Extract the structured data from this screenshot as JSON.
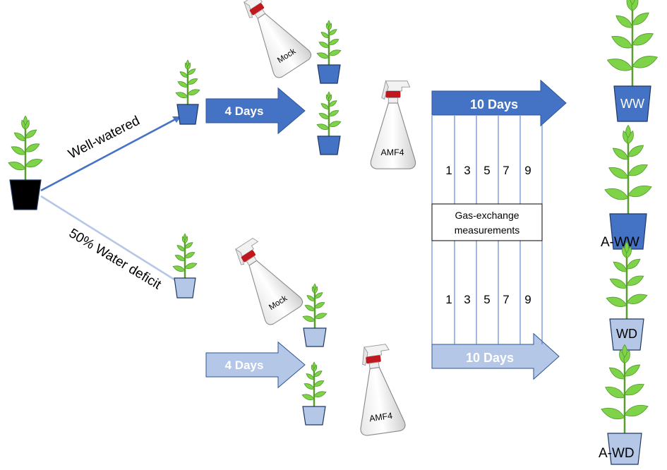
{
  "branches": {
    "top": "Well-watered",
    "bottom": "50% Water deficit"
  },
  "arrows": {
    "top_short": "4 Days",
    "bottom_short": "4 Days",
    "top_long": "10 Days",
    "bottom_long": "10 Days"
  },
  "sprays": {
    "top_mock": "Mock",
    "top_amf": "AMF4",
    "bottom_mock": "Mock",
    "bottom_amf": "AMF4"
  },
  "days": [
    "1",
    "3",
    "5",
    "7",
    "9"
  ],
  "measurement": {
    "line1": "Gas-exchange",
    "line2": "measurements"
  },
  "outcomes": {
    "ww": "WW",
    "a_ww": "A-WW",
    "wd": "WD",
    "a_wd": "A-WD"
  },
  "colors": {
    "dark_blue": "#4472c4",
    "light_blue": "#b4c7e7",
    "leaf": "#7ed348",
    "leaf_dark": "#4f9a2a",
    "pot_black": "#000000",
    "cap_red": "#c0181e"
  }
}
